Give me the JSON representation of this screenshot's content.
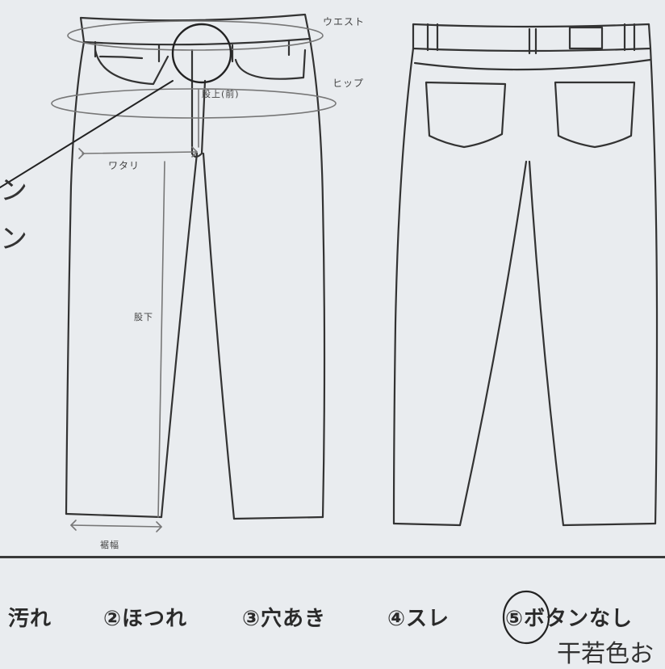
{
  "diagram": {
    "labels": {
      "waist": "ウエスト",
      "hip": "ヒップ",
      "rise": "股上(前)",
      "thigh": "ワタリ",
      "inseam": "股下",
      "hem": "裾幅"
    },
    "margin_note": {
      "line1": "ン",
      "line2": "ン"
    }
  },
  "defects": {
    "items": [
      {
        "label": "汚れ"
      },
      {
        "label": "②ほつれ"
      },
      {
        "label": "③穴あき"
      },
      {
        "label": "④スレ"
      },
      {
        "label": "⑤ボタンなし"
      }
    ],
    "circled_index": 5,
    "handwritten_note": "干若色お"
  }
}
